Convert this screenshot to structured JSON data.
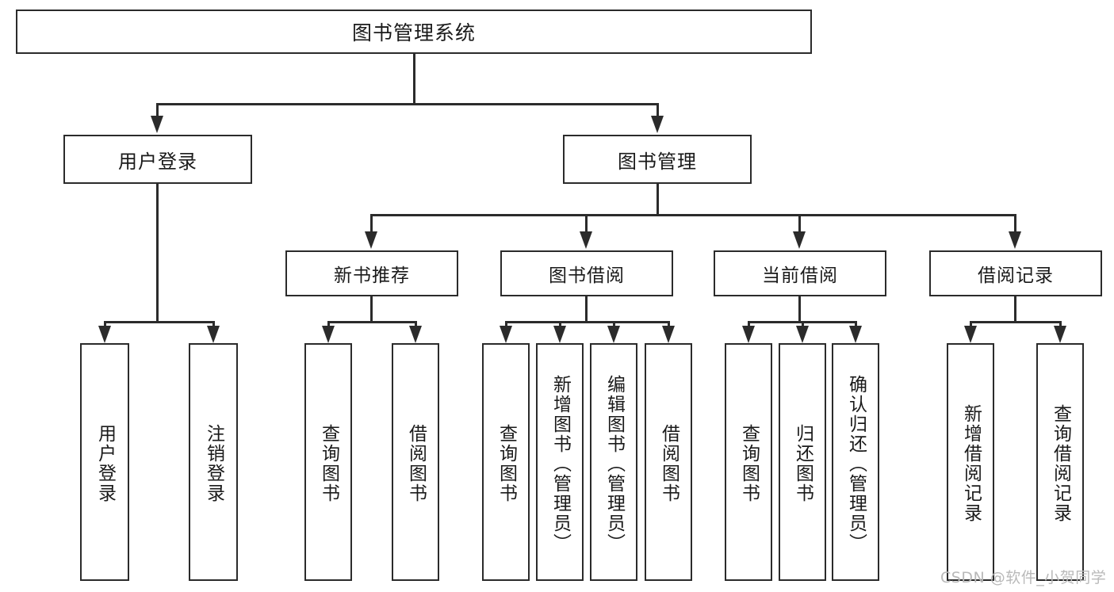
{
  "diagram": {
    "type": "tree-hierarchy-chart",
    "title": "图书管理系统",
    "root": {
      "label": "图书管理系统",
      "children": [
        {
          "label": "用户登录",
          "children": [
            {
              "label": "用户登录"
            },
            {
              "label": "注销登录"
            }
          ]
        },
        {
          "label": "图书管理",
          "children": [
            {
              "label": "新书推荐",
              "children": [
                {
                  "label": "查询图书"
                },
                {
                  "label": "借阅图书"
                }
              ]
            },
            {
              "label": "图书借阅",
              "children": [
                {
                  "label": "查询图书"
                },
                {
                  "label": "新增图书（管理员）"
                },
                {
                  "label": "编辑图书（管理员）"
                },
                {
                  "label": "借阅图书"
                }
              ]
            },
            {
              "label": "当前借阅",
              "children": [
                {
                  "label": "查询图书"
                },
                {
                  "label": "归还图书"
                },
                {
                  "label": "确认归还（管理员）"
                }
              ]
            },
            {
              "label": "借阅记录",
              "children": [
                {
                  "label": "新增借阅记录"
                },
                {
                  "label": "查询借阅记录"
                }
              ]
            }
          ]
        }
      ]
    },
    "nodes": {
      "root": "图书管理系统",
      "user_login": "用户登录",
      "book_mgmt": "图书管理",
      "leaf_user_login": "用户登录",
      "leaf_logout": "注销登录",
      "new_book_rec": "新书推荐",
      "book_borrow": "图书借阅",
      "current_borrow": "当前借阅",
      "borrow_record": "借阅记录",
      "nbr_query_book": "查询图书",
      "nbr_borrow_book": "借阅图书",
      "bb_query_book": "查询图书",
      "bb_add_book": "新增图书（管理员）",
      "bb_edit_book": "编辑图书（管理员）",
      "bb_borrow_book": "借阅图书",
      "cb_query_book": "查询图书",
      "cb_return_book": "归还图书",
      "cb_confirm_return": "确认归还（管理员）",
      "br_add_record": "新增借阅记录",
      "br_query_record": "查询借阅记录"
    },
    "watermark": "CSDN @软件_小贺同学",
    "colors": {
      "stroke": "#2b2b2b",
      "fill": "#ffffff",
      "text": "#1a1a1a",
      "watermark": "#b9b9b9"
    }
  }
}
